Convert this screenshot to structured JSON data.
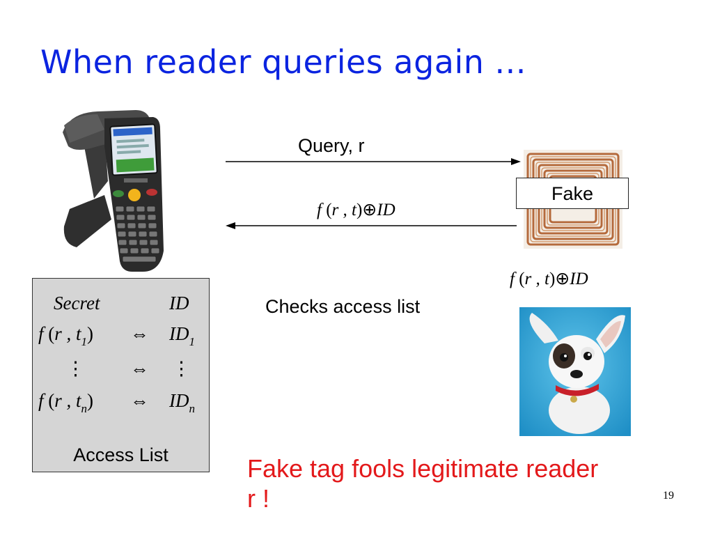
{
  "slide": {
    "title": "When reader queries again ...",
    "page_number": "19"
  },
  "messages": {
    "query": "Query, r",
    "checks": "Checks access list",
    "fake_label": "Fake",
    "note": "Fake tag fools legitimate reader r !"
  },
  "formula": {
    "f": "f",
    "args": "r , t",
    "xor": "⊕",
    "id": "ID"
  },
  "access_list": {
    "label": "Access List",
    "col_secret": "Secret",
    "col_id": "ID",
    "rows": [
      {
        "f": "f",
        "args": "r , t",
        "sub": "1",
        "rel": "⇔",
        "id": "ID",
        "id_sub": "1"
      },
      {
        "f": "⋮",
        "args": "",
        "sub": "",
        "rel": "⇔",
        "id": "⋮",
        "id_sub": ""
      },
      {
        "f": "f",
        "args": "r , t",
        "sub": "n",
        "rel": "⇔",
        "id": "ID",
        "id_sub": "n"
      }
    ]
  },
  "colors": {
    "title": "#0b24e0",
    "note": "#e3191b",
    "access_bg": "#d5d5d5"
  }
}
